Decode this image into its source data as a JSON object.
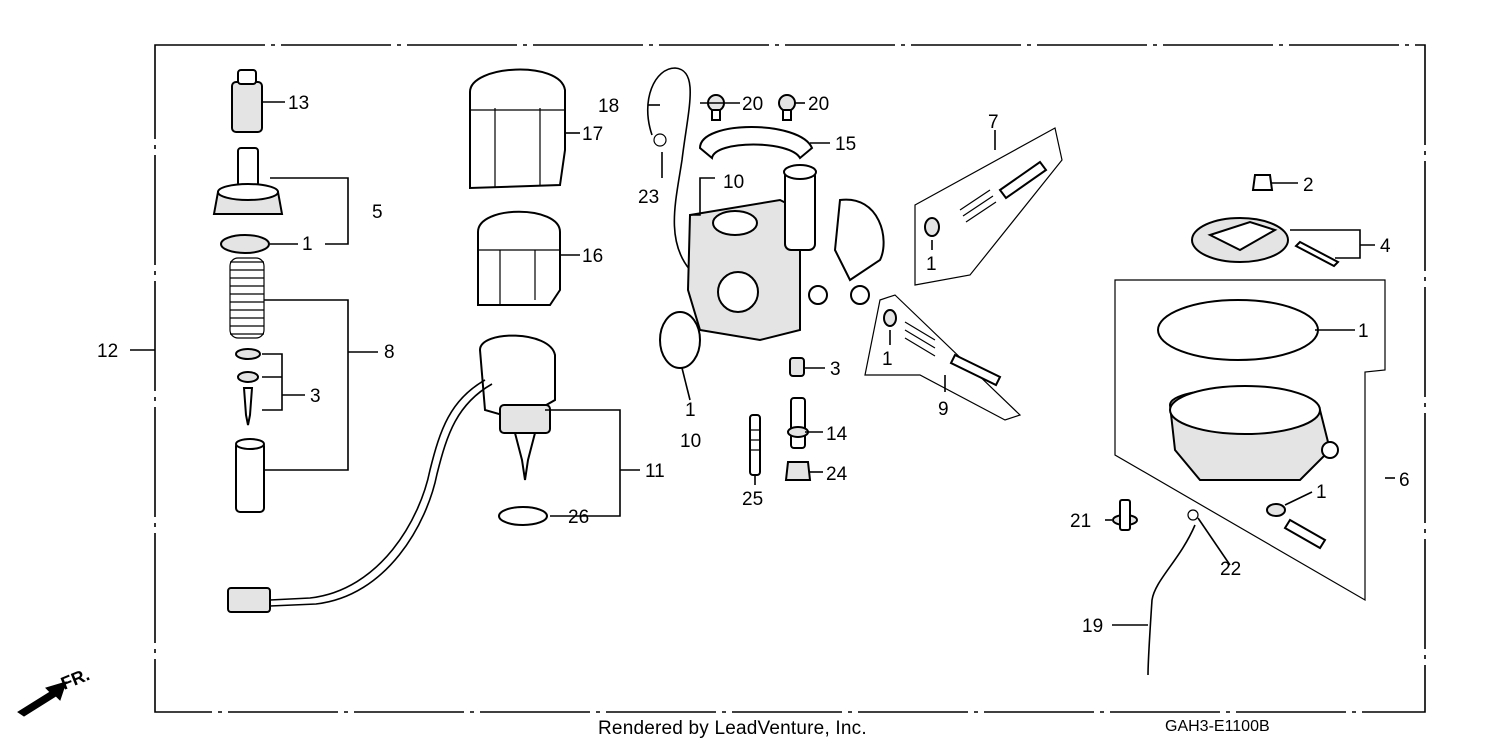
{
  "diagram": {
    "callouts": [
      "13",
      "5",
      "1",
      "8",
      "3",
      "12",
      "17",
      "16",
      "11",
      "26",
      "18",
      "23",
      "10",
      "20",
      "20",
      "15",
      "1",
      "10",
      "3",
      "14",
      "24",
      "25",
      "7",
      "1",
      "1",
      "9",
      "2",
      "4",
      "1",
      "6",
      "1",
      "21",
      "22",
      "19"
    ],
    "direction_label": "FR.",
    "credit": "Rendered by LeadVenture, Inc.",
    "diagram_code": "GAH3-E1100B"
  }
}
